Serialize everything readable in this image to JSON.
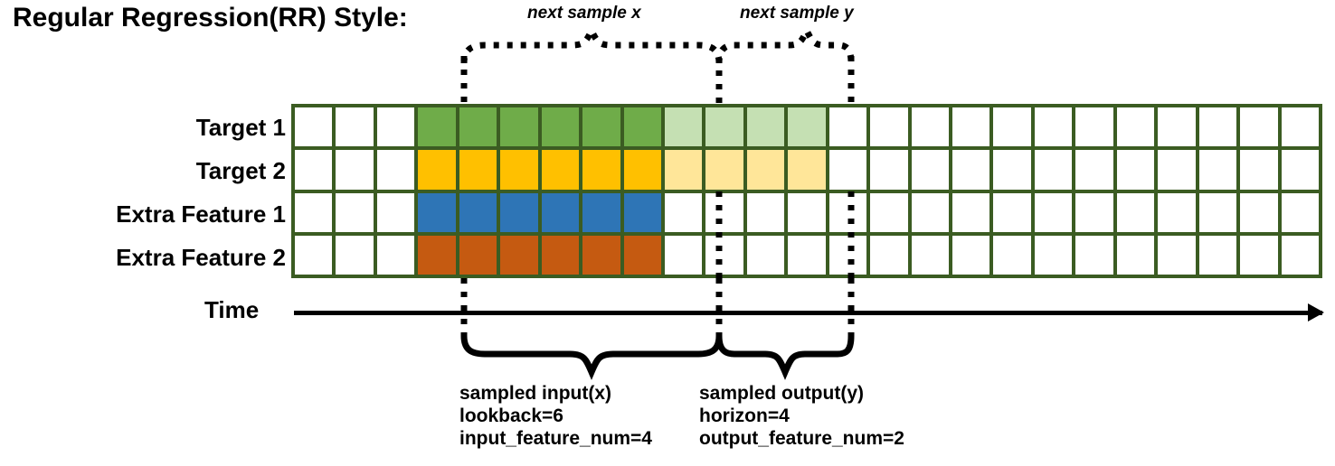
{
  "title": "Regular Regression(RR) Style:",
  "top_annotations": {
    "next_x": "next sample x",
    "next_y": "next sample y"
  },
  "axis": {
    "time_label": "Time",
    "arrow_icon": "right-arrow-icon"
  },
  "rows": [
    {
      "label": "Target 1",
      "color": "#6FAC49",
      "light_color": "#C5E0B3"
    },
    {
      "label": "Target 2",
      "color": "#FFC000",
      "light_color": "#FFE699"
    },
    {
      "label": "Extra Feature 1",
      "color": "#2E75B6",
      "light_color": null
    },
    {
      "label": "Extra Feature 2",
      "color": "#C55A11",
      "light_color": null
    }
  ],
  "grid": {
    "columns": 25,
    "rows": 4,
    "border_color": "#3B5C22",
    "empty_color": "#FFFFFF",
    "input_start_col": 3,
    "input_len": 6,
    "output_start_col": 9,
    "output_len": 4,
    "cell_fills": [
      [
        "#FFFFFF",
        "#FFFFFF",
        "#FFFFFF",
        "#6FAC49",
        "#6FAC49",
        "#6FAC49",
        "#6FAC49",
        "#6FAC49",
        "#6FAC49",
        "#C5E0B3",
        "#C5E0B3",
        "#C5E0B3",
        "#C5E0B3",
        "#FFFFFF",
        "#FFFFFF",
        "#FFFFFF",
        "#FFFFFF",
        "#FFFFFF",
        "#FFFFFF",
        "#FFFFFF",
        "#FFFFFF",
        "#FFFFFF",
        "#FFFFFF",
        "#FFFFFF",
        "#FFFFFF"
      ],
      [
        "#FFFFFF",
        "#FFFFFF",
        "#FFFFFF",
        "#FFC000",
        "#FFC000",
        "#FFC000",
        "#FFC000",
        "#FFC000",
        "#FFC000",
        "#FFE699",
        "#FFE699",
        "#FFE699",
        "#FFE699",
        "#FFFFFF",
        "#FFFFFF",
        "#FFFFFF",
        "#FFFFFF",
        "#FFFFFF",
        "#FFFFFF",
        "#FFFFFF",
        "#FFFFFF",
        "#FFFFFF",
        "#FFFFFF",
        "#FFFFFF",
        "#FFFFFF"
      ],
      [
        "#FFFFFF",
        "#FFFFFF",
        "#FFFFFF",
        "#2E75B6",
        "#2E75B6",
        "#2E75B6",
        "#2E75B6",
        "#2E75B6",
        "#2E75B6",
        "#FFFFFF",
        "#FFFFFF",
        "#FFFFFF",
        "#FFFFFF",
        "#FFFFFF",
        "#FFFFFF",
        "#FFFFFF",
        "#FFFFFF",
        "#FFFFFF",
        "#FFFFFF",
        "#FFFFFF",
        "#FFFFFF",
        "#FFFFFF",
        "#FFFFFF",
        "#FFFFFF",
        "#FFFFFF"
      ],
      [
        "#FFFFFF",
        "#FFFFFF",
        "#FFFFFF",
        "#C55A11",
        "#C55A11",
        "#C55A11",
        "#C55A11",
        "#C55A11",
        "#C55A11",
        "#FFFFFF",
        "#FFFFFF",
        "#FFFFFF",
        "#FFFFFF",
        "#FFFFFF",
        "#FFFFFF",
        "#FFFFFF",
        "#FFFFFF",
        "#FFFFFF",
        "#FFFFFF",
        "#FFFFFF",
        "#FFFFFF",
        "#FFFFFF",
        "#FFFFFF",
        "#FFFFFF",
        "#FFFFFF"
      ]
    ]
  },
  "captions": {
    "input": {
      "line1": "sampled input(x)",
      "line2": "lookback=6",
      "line3": "input_feature_num=4"
    },
    "output": {
      "line1": "sampled output(y)",
      "line2": "horizon=4",
      "line3": "output_feature_num=2"
    }
  }
}
